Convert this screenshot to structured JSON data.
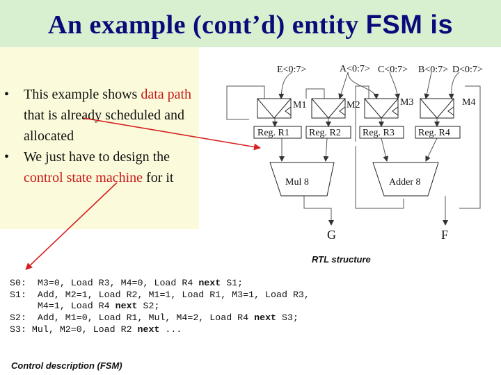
{
  "slide": {
    "title_part1": "An example (cont’d) entity ",
    "title_part2": "FSM is",
    "bullets": [
      {
        "pre": "This example shows ",
        "hl": "data path",
        "post": " that is already scheduled and allocated"
      },
      {
        "pre": "We just have to design the ",
        "hl": "control state machine",
        "post": " for it"
      }
    ],
    "bullet_glyph": "•"
  },
  "diagram": {
    "inputs": {
      "e": "E<0:7>",
      "a": "A<0:7>",
      "c": "C<0:7>",
      "b": "B<0:7>",
      "d": "D<0:7>"
    },
    "mux_labels": {
      "m1": "M1",
      "m2": "M2",
      "m3": "M3",
      "m4": "M4"
    },
    "registers": {
      "r1": "Reg. R1",
      "r2": "Reg. R2",
      "r3": "Reg. R3",
      "r4": "Reg. R4"
    },
    "units": {
      "mul": "Mul 8",
      "adder": "Adder 8"
    },
    "outputs": {
      "g": "G",
      "f": "F"
    },
    "caption": "RTL structure"
  },
  "fsm": {
    "lines": [
      {
        "a": "S0:  M3=0, Load R3, M4=0, Load R4 ",
        "k": "next",
        "b": " S1;"
      },
      {
        "a": "S1:  Add, M2=1, Load R2, M1=1, Load R1, M3=1, Load R3,",
        "k": "",
        "b": ""
      },
      {
        "a": "     M4=1, Load R4 ",
        "k": "next",
        "b": " S2;"
      },
      {
        "a": "S2:  Add, M1=0, Load R1, Mul, M4=2, Load R4 ",
        "k": "next",
        "b": " S3;"
      },
      {
        "a": "S3: Mul, M2=0, Load R2 ",
        "k": "next",
        "b": " ..."
      }
    ],
    "caption": "Control description (FSM)"
  },
  "colors": {
    "title": "#0a0a7a",
    "highlight": "#c81818",
    "arrow": "#d42020",
    "title_band": "#d8f0d0",
    "panel": "#fbfbdc"
  }
}
